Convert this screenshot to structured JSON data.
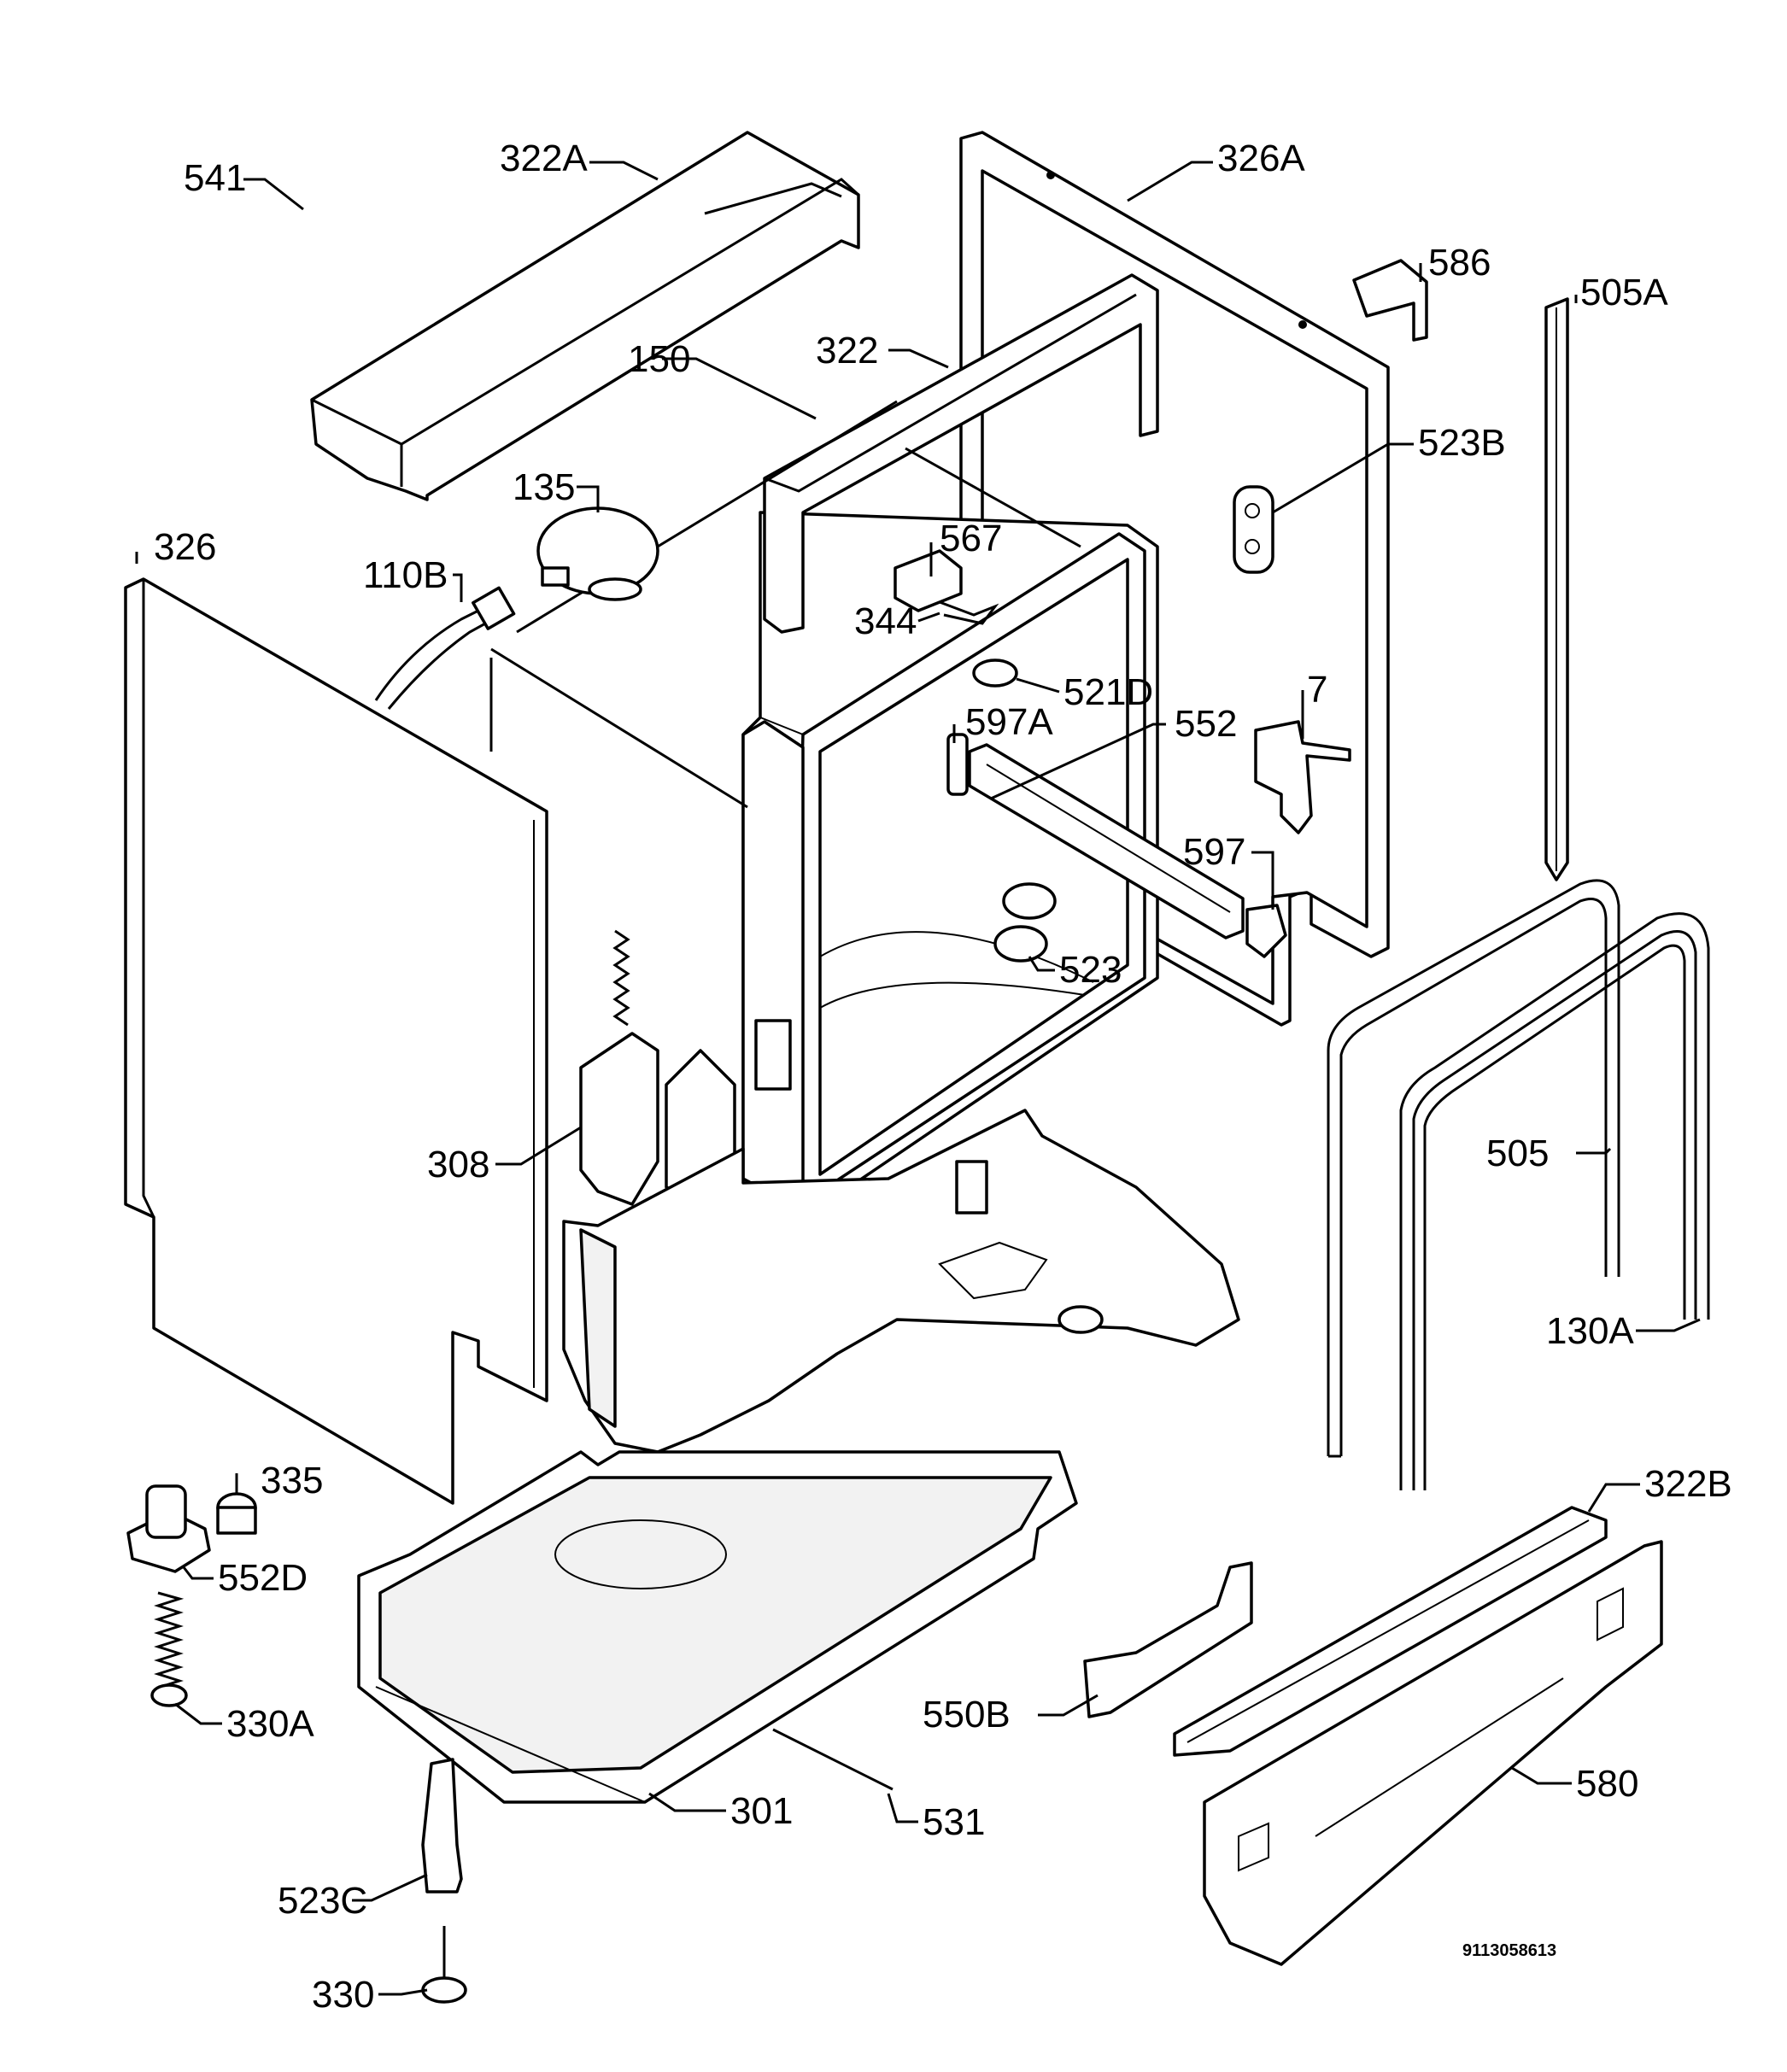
{
  "document_id": "9113058613",
  "callouts": [
    {
      "id": "c541",
      "label": "541"
    },
    {
      "id": "c322a",
      "label": "322A"
    },
    {
      "id": "c326a",
      "label": "326A"
    },
    {
      "id": "c586",
      "label": "586"
    },
    {
      "id": "c505a",
      "label": "505A"
    },
    {
      "id": "c150",
      "label": "150"
    },
    {
      "id": "c322",
      "label": "322"
    },
    {
      "id": "c523b",
      "label": "523B"
    },
    {
      "id": "c135",
      "label": "135"
    },
    {
      "id": "c326",
      "label": "326"
    },
    {
      "id": "c567",
      "label": "567"
    },
    {
      "id": "c110b",
      "label": "110B"
    },
    {
      "id": "c344",
      "label": "344"
    },
    {
      "id": "c521d",
      "label": "521D"
    },
    {
      "id": "c7",
      "label": "7"
    },
    {
      "id": "c597a",
      "label": "597A"
    },
    {
      "id": "c552",
      "label": "552"
    },
    {
      "id": "c597",
      "label": "597"
    },
    {
      "id": "c523",
      "label": "523"
    },
    {
      "id": "c505",
      "label": "505"
    },
    {
      "id": "c308",
      "label": "308"
    },
    {
      "id": "c130a",
      "label": "130A"
    },
    {
      "id": "c335",
      "label": "335"
    },
    {
      "id": "c322b",
      "label": "322B"
    },
    {
      "id": "c552d",
      "label": "552D"
    },
    {
      "id": "c550b",
      "label": "550B"
    },
    {
      "id": "c330a",
      "label": "330A"
    },
    {
      "id": "c580",
      "label": "580"
    },
    {
      "id": "c301",
      "label": "301"
    },
    {
      "id": "c531",
      "label": "531"
    },
    {
      "id": "c523c",
      "label": "523C"
    },
    {
      "id": "c330",
      "label": "330"
    }
  ]
}
